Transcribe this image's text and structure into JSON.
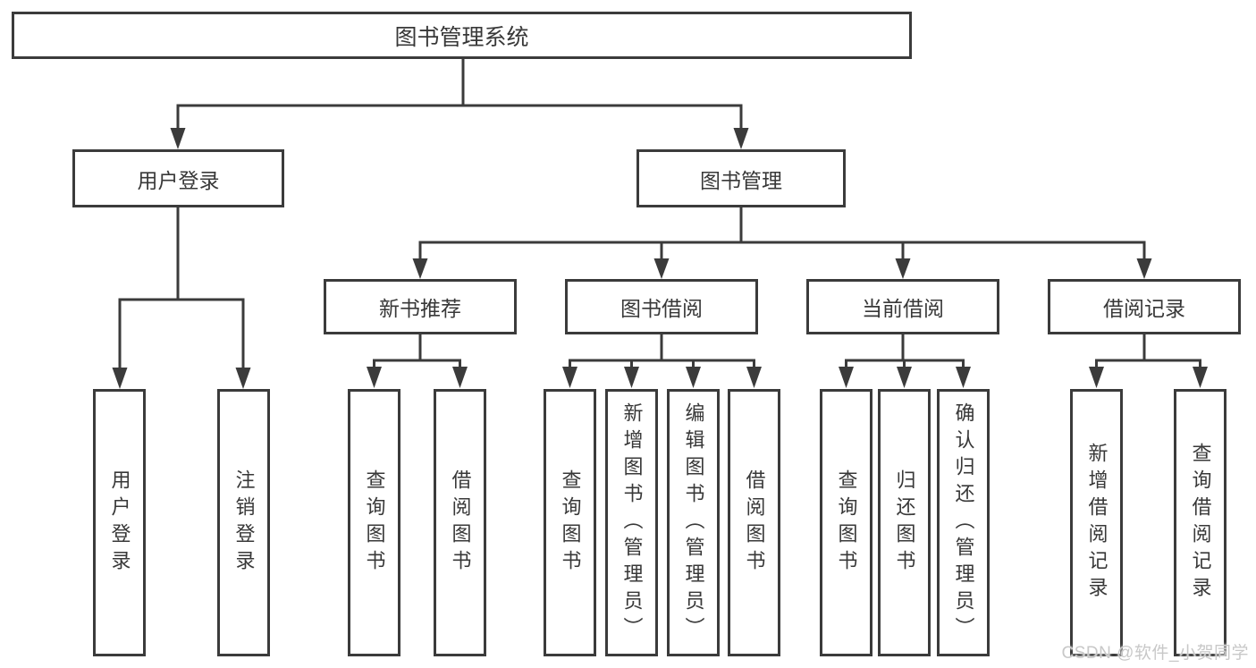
{
  "colors": {
    "line": "#3b3b3b",
    "text": "#383838",
    "watermark": "#c8c8c8"
  },
  "watermark": {
    "text": "CSDN @软件_小贺同学"
  },
  "tree": {
    "root": {
      "label": "图书管理系统",
      "children": [
        {
          "label": "用户登录",
          "children": [
            {
              "label": "用户登录"
            },
            {
              "label": "注销登录"
            }
          ]
        },
        {
          "label": "图书管理",
          "children": [
            {
              "label": "新书推荐",
              "children": [
                {
                  "label": "查询图书"
                },
                {
                  "label": "借阅图书"
                }
              ]
            },
            {
              "label": "图书借阅",
              "children": [
                {
                  "label": "查询图书"
                },
                {
                  "label": "新增图书（管理员）"
                },
                {
                  "label": "编辑图书（管理员）"
                },
                {
                  "label": "借阅图书"
                }
              ]
            },
            {
              "label": "当前借阅",
              "children": [
                {
                  "label": "查询图书"
                },
                {
                  "label": "归还图书"
                },
                {
                  "label": "确认归还（管理员）"
                }
              ]
            },
            {
              "label": "借阅记录",
              "children": [
                {
                  "label": "新增借阅记录"
                },
                {
                  "label": "查询借阅记录"
                }
              ]
            }
          ]
        }
      ]
    }
  }
}
